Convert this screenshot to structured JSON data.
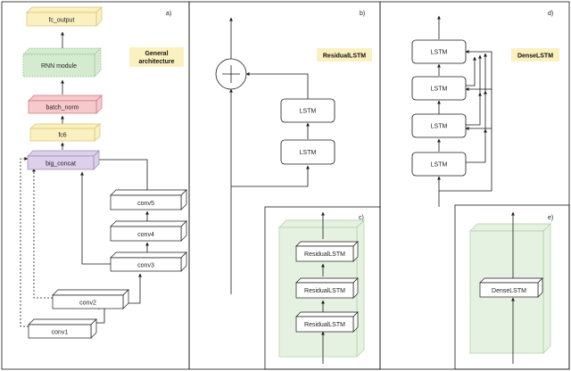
{
  "colors": {
    "yellow": "#fbf0c0",
    "yellow_stroke": "#d8c373",
    "green": "#d5ebcf",
    "green_stroke": "#86b77a",
    "red": "#f7c9cd",
    "red_stroke": "#c7747c",
    "purple": "#ddd0ea",
    "purple_stroke": "#9a86b8",
    "tag_fill": "#fbf0c0",
    "green_box": "#e6f2e1",
    "green_box_stroke": "#a9cf9e"
  },
  "panels": {
    "a": {
      "letter": "a)",
      "tag": [
        "General",
        "architecture"
      ]
    },
    "b": {
      "letter": "b)",
      "tag": "ResidualLSTM"
    },
    "c": {
      "letter": "c)"
    },
    "d": {
      "letter": "d)",
      "tag": "DenseLSTM"
    },
    "e": {
      "letter": "e)"
    }
  },
  "nodes": {
    "fc_output": "fc_output",
    "rnn_module": "RNN module",
    "batch_norm": "batch_norm",
    "fc6": "fc6",
    "big_concat": "big_concat",
    "conv5": "conv5",
    "conv4": "conv4",
    "conv3": "conv3",
    "conv2": "conv2",
    "conv1": "conv1",
    "b_lstm_top": "LSTM",
    "b_lstm_bottom": "LSTM",
    "c_residual_1": "ResidualLSTM",
    "c_residual_2": "ResidualLSTM",
    "c_residual_3": "ResidualLSTM",
    "d_lstm_1": "LSTM",
    "d_lstm_2": "LSTM",
    "d_lstm_3": "LSTM",
    "d_lstm_4": "LSTM",
    "e_dense": "DenseLSTM"
  },
  "icons": {
    "sum": "plus-circle-icon"
  }
}
